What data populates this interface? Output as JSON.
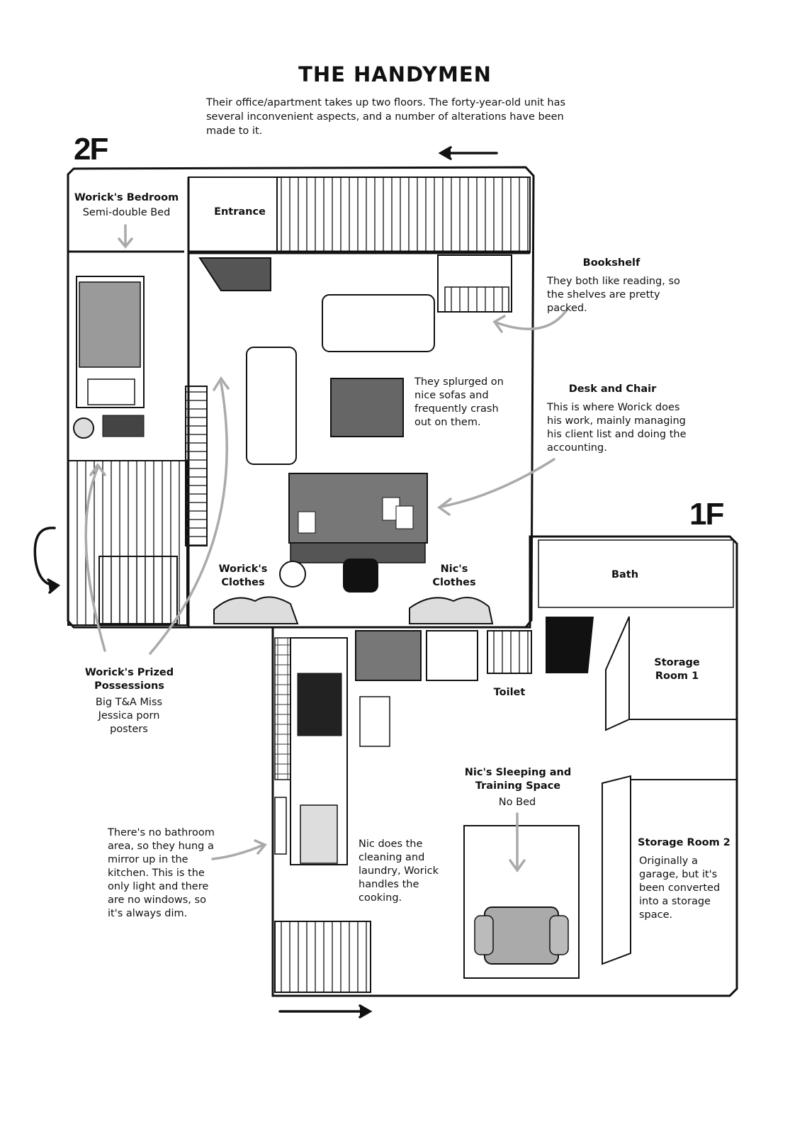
{
  "title": "THE HANDYMEN",
  "intro": "Their office/apartment takes up two floors. The forty-year-old unit has several inconvenient aspects, and a number of alterations have been made to it.",
  "floors": {
    "second": "2F",
    "first": "1F"
  },
  "labels": {
    "bedroom": {
      "name": "Worick's Bedroom",
      "desc": "Semi-double Bed"
    },
    "entrance": "Entrance",
    "bookshelf": {
      "name": "Bookshelf",
      "desc": "They both like reading, so the shelves are pretty packed."
    },
    "sofas": "They splurged on nice sofas and frequently crash out on them.",
    "desk": {
      "name": "Desk and Chair",
      "desc": "This is where Worick does his work, mainly managing his client list and doing the accounting."
    },
    "worick_clothes": "Worick's Clothes",
    "nic_clothes": "Nic's Clothes",
    "bath": "Bath",
    "possessions": {
      "name": "Worick's Prized Possessions",
      "desc": "Big T&A Miss Jessica porn posters"
    },
    "toilet": "Toilet",
    "storage1": "Storage Room 1",
    "nic_space": {
      "name": "Nic's Sleeping and Training Space",
      "desc": "No Bed"
    },
    "mirror": "There's no bathroom area, so they hung a mirror up in the kitchen. This is the only light and there are no windows, so it's always dim.",
    "cleaning": "Nic does the cleaning and laundry, Worick handles the cooking.",
    "storage2": {
      "name": "Storage Room 2",
      "desc": "Originally a garage, but it's been converted into a storage space."
    }
  },
  "icons": [
    "arrow-left-icon",
    "arrow-right-icon",
    "curved-arrow-icon"
  ]
}
